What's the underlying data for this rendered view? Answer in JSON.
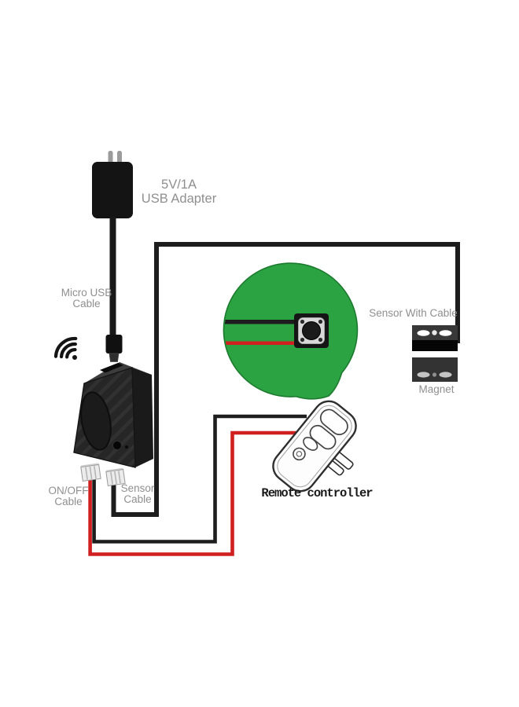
{
  "colors": {
    "background": "#ffffff",
    "bubble_green": "#2ca342",
    "bubble_outline": "#1c7a2e",
    "wire_red": "#cf1f1f",
    "wire_black": "#1d1d1d",
    "label_gray": "#8f8f8f",
    "remote_text": "#1a1a1a",
    "device_black": "#242424"
  },
  "labels": {
    "usb_adapter": {
      "line1": "5V/1A",
      "line2": "USB Adapter"
    },
    "micro_usb": {
      "line1": "Micro USB",
      "line2": "Cable"
    },
    "onoff": {
      "line1": "ON/OFF",
      "line2": "Cable"
    },
    "sensor_cable": {
      "line1": "Sensor",
      "line2": "Cable"
    },
    "sensor_with_cable": "Sensor With Cable",
    "magnet": "Magnet",
    "remote_controller": "Remote controller"
  },
  "icons": {
    "wifi": "wifi-signal-icon",
    "push_button": "tactile-push-button"
  }
}
